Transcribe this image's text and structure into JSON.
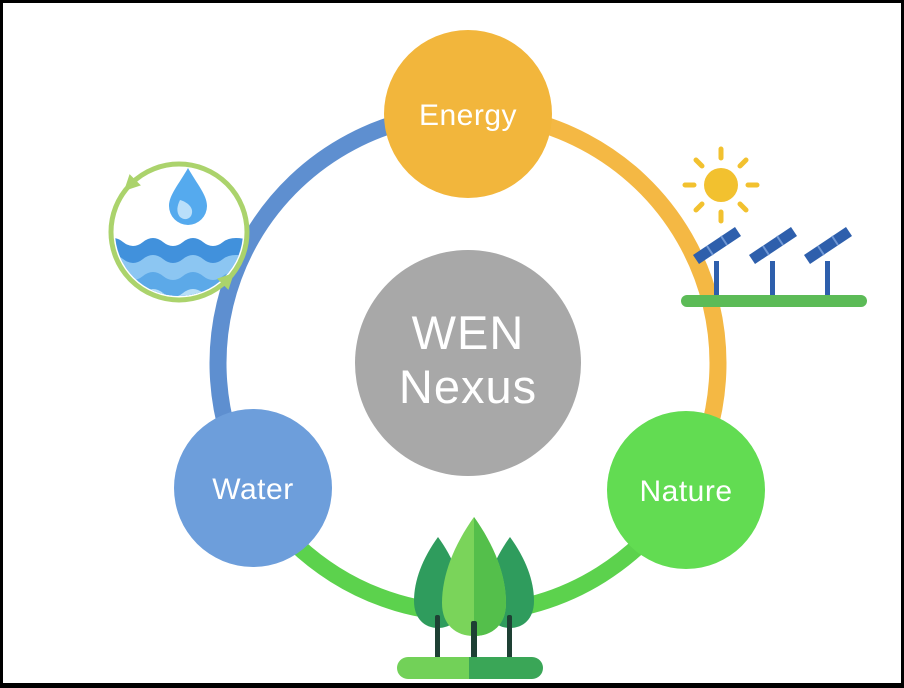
{
  "diagram": {
    "title": "WEN Nexus diagram",
    "center": {
      "line1": "WEN",
      "line2": "Nexus"
    },
    "nodes": [
      {
        "id": "energy",
        "label": "Energy"
      },
      {
        "id": "water",
        "label": "Water"
      },
      {
        "id": "nature",
        "label": "Nature"
      }
    ],
    "icons": [
      "water-cycle-icon",
      "sun-and-solar-panels-icon",
      "forest-icon"
    ]
  },
  "colors": {
    "background": "#FFFFFF",
    "frame": "#000000",
    "label_text": "#FFFFFF",
    "center_circle": "#A8A8A8",
    "ring_blue": "#5E8FD0",
    "ring_yellow": "#F4B844",
    "ring_green": "#5CD24D",
    "node_energy": "#F2B63C",
    "node_water": "#6D9EDB",
    "node_nature": "#62DC52",
    "cycle_ring": "#ABD36C",
    "water_drop": "#55AAEE",
    "wave_dark": "#4191DC",
    "wave_light": "#8CC6F2",
    "wave_mid": "#5CA9E8",
    "wave_pale": "#B8DFF8",
    "sun": "#F2C12F",
    "panel": "#2E5FAC",
    "panel_detail": "#6F97D4",
    "solar_ground": "#5CBB57",
    "tree_dark": "#2F9C5D",
    "tree_light": "#7AD45A",
    "tree_shade": "#54BF4B",
    "trunk": "#1E4034",
    "ground_light": "#72D158",
    "ground_dark": "#3AA657"
  }
}
